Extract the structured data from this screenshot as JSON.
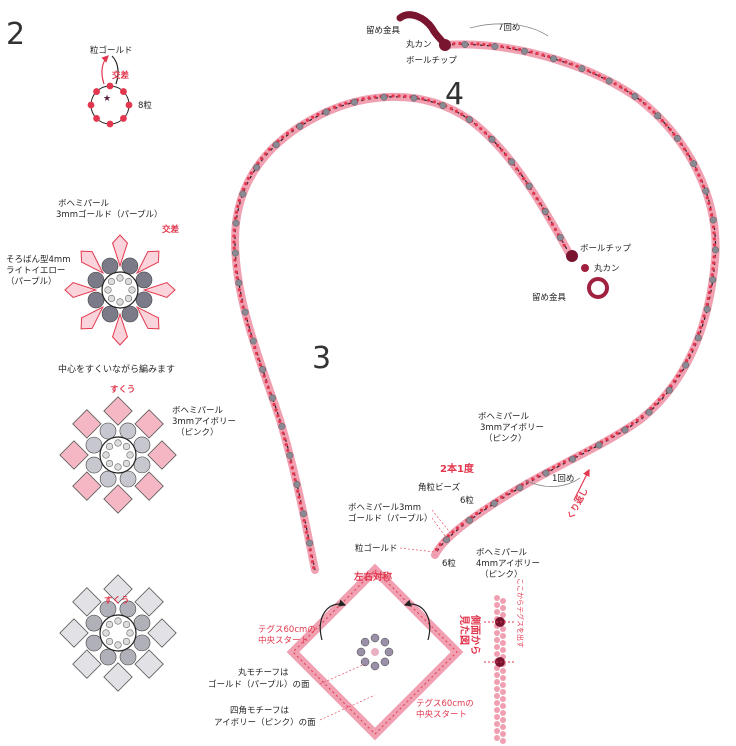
{
  "steps": {
    "s2": "2",
    "s3": "3",
    "s4": "4"
  },
  "colors": {
    "pink": "#f0a0b0",
    "red": "#e2374e",
    "gray": "#8a8a95",
    "dark": "#2b1c2a",
    "clasp": "#7a1530"
  },
  "motif_small": {
    "top": "粒ゴールド",
    "cross": "交差",
    "count": "8粒"
  },
  "motif_big": {
    "pearl_gold": "ボヘミパール",
    "pearl_gold2": "3mmゴールド（パープル）",
    "cross": "交差",
    "soroban1": "そろばん型4mm",
    "soroban2": "ライトイエロー",
    "soroban3": "（パープル）",
    "caption": "中心をすくいながら編みます"
  },
  "motif_third": {
    "scoop": "すくう",
    "pearl1": "ボヘミパール",
    "pearl2": "3mmアイボリー",
    "pearl3": "（ピンク）"
  },
  "motif_fourth": {
    "scoop": "すくう"
  },
  "necklace": {
    "clasp_top": "留め金具",
    "ring_top": "丸カン",
    "tip_top": "ボールチップ",
    "rounds7": "7回め",
    "tip_right": "ボールチップ",
    "ring_right": "丸カン",
    "clasp_right": "留め金具"
  },
  "detail": {
    "ivory3_1": "ボヘミパール",
    "ivory3_2": "3mmアイボリー",
    "ivory3_3": "（ピンク）",
    "twice": "2本1度",
    "square": "角粒ビーズ",
    "six_a": "6粒",
    "gold3_1": "ボヘミパール3mm",
    "gold3_2": "ゴールド（パープル）",
    "seed_gold": "粒ゴールド",
    "six_b": "6粒",
    "ivory4_1": "ボヘミパール",
    "ivory4_2": "4mmアイボリー",
    "ivory4_3": "（ピンク）",
    "round1": "1回め",
    "repeat": "くり返し"
  },
  "bottom": {
    "symmetric": "左右対称",
    "start1a": "テグス60cmの",
    "start1b": "中央スタート",
    "round_face1": "丸モチーフは",
    "round_face2": "ゴールド（パープル）の面",
    "square_face1": "四角モチーフは",
    "square_face2": "アイボリー（ピンク）の面",
    "start2a": "テグス60cmの",
    "start2b": "中央スタート",
    "side_view1": "側面から",
    "side_view2": "見た図",
    "pass_note": "ここからテグスを出す"
  }
}
